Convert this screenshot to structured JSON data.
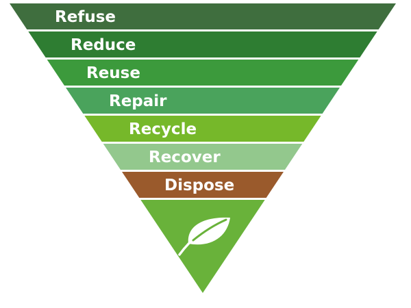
{
  "hierarchy": {
    "bands": [
      {
        "label": "Refuse",
        "color": "#3f6e3e"
      },
      {
        "label": "Reduce",
        "color": "#2e7d32"
      },
      {
        "label": "Reuse",
        "color": "#3c9a3c"
      },
      {
        "label": "Repair",
        "color": "#4aa35c"
      },
      {
        "label": "Recycle",
        "color": "#76b82a"
      },
      {
        "label": "Recover",
        "color": "#93c88d"
      },
      {
        "label": "Dispose",
        "color": "#9a5a2c"
      }
    ],
    "tip_color": "#69b23a",
    "icon": "leaf-icon"
  }
}
